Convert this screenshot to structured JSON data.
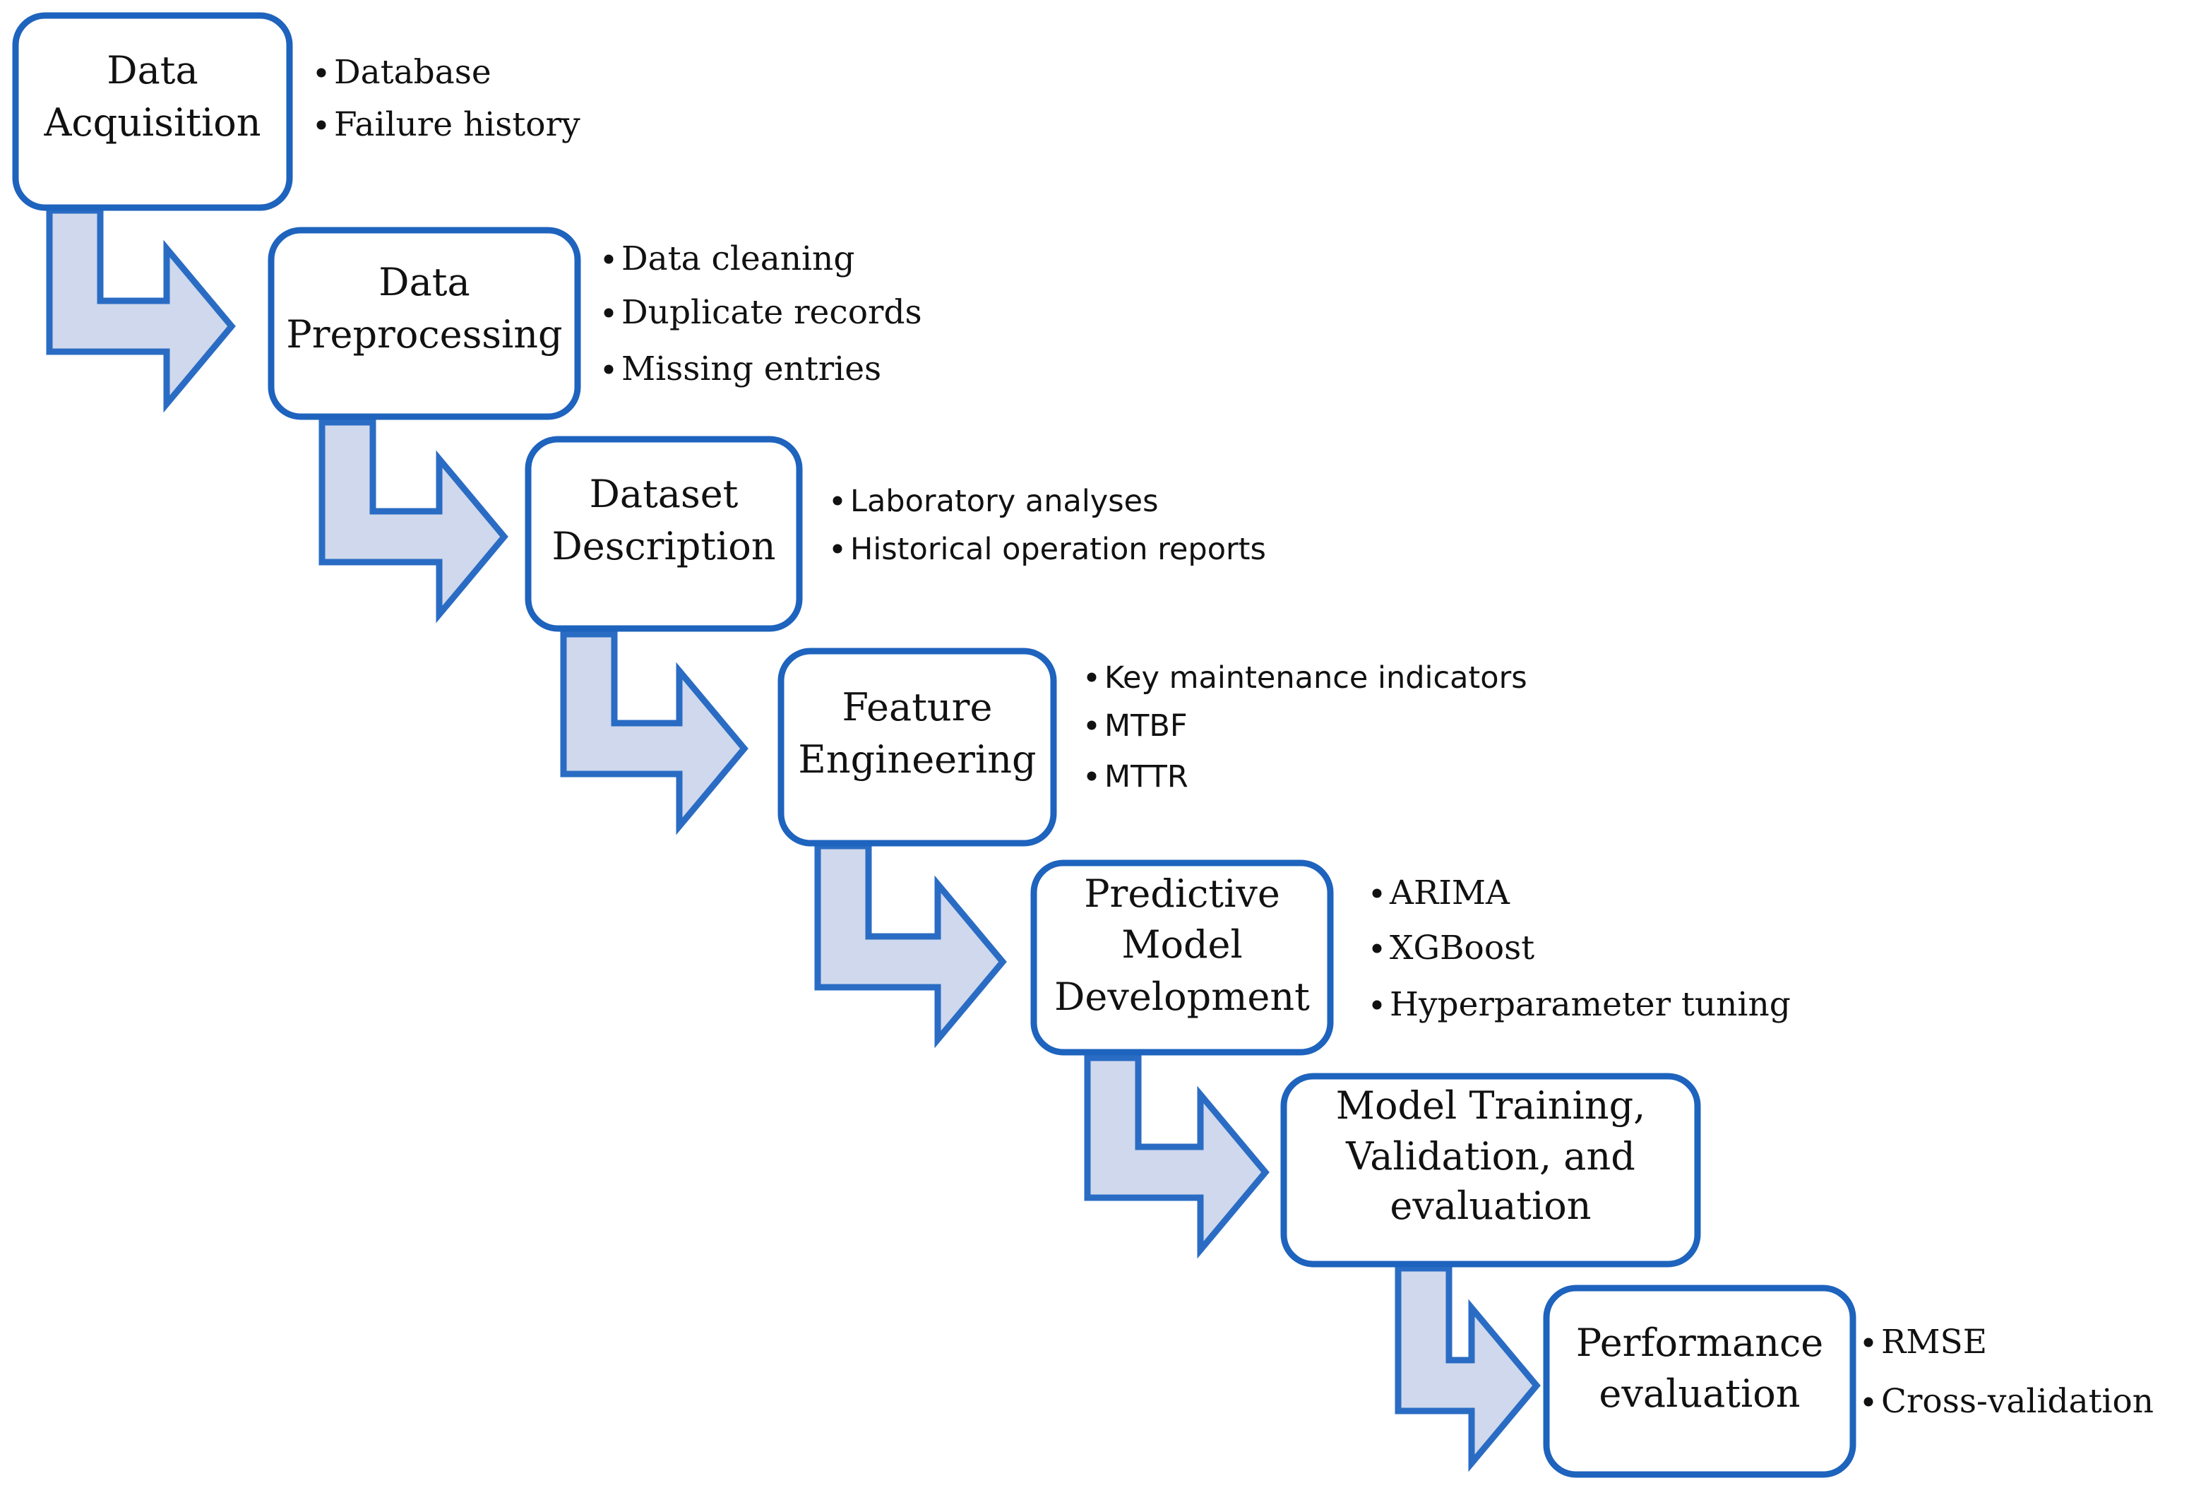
{
  "colors": {
    "box_stroke": "#1e63bd",
    "arrow_fill": "#cfd8ec",
    "arrow_stroke": "#2a6cc4",
    "text": "#111111"
  },
  "steps": [
    {
      "title_lines": [
        "Data",
        "Acquisition"
      ],
      "bullets": [
        "Database",
        "Failure history"
      ]
    },
    {
      "title_lines": [
        "Data",
        "Preprocessing"
      ],
      "bullets": [
        "Data cleaning",
        "Duplicate records",
        "Missing entries"
      ]
    },
    {
      "title_lines": [
        "Dataset",
        "Description"
      ],
      "bullets": [
        "Laboratory analyses",
        "Historical operation reports"
      ]
    },
    {
      "title_lines": [
        "Feature",
        "Engineering"
      ],
      "bullets": [
        "Key maintenance indicators",
        "MTBF",
        "MTTR"
      ]
    },
    {
      "title_lines": [
        "Predictive",
        "Model",
        "Development"
      ],
      "bullets": [
        "ARIMA",
        "XGBoost",
        "Hyperparameter tuning"
      ]
    },
    {
      "title_lines": [
        "Model Training,",
        "Validation, and",
        "evaluation"
      ],
      "bullets": []
    },
    {
      "title_lines": [
        "Performance",
        "evaluation"
      ],
      "bullets": [
        "RMSE",
        "Cross-validation"
      ]
    }
  ]
}
